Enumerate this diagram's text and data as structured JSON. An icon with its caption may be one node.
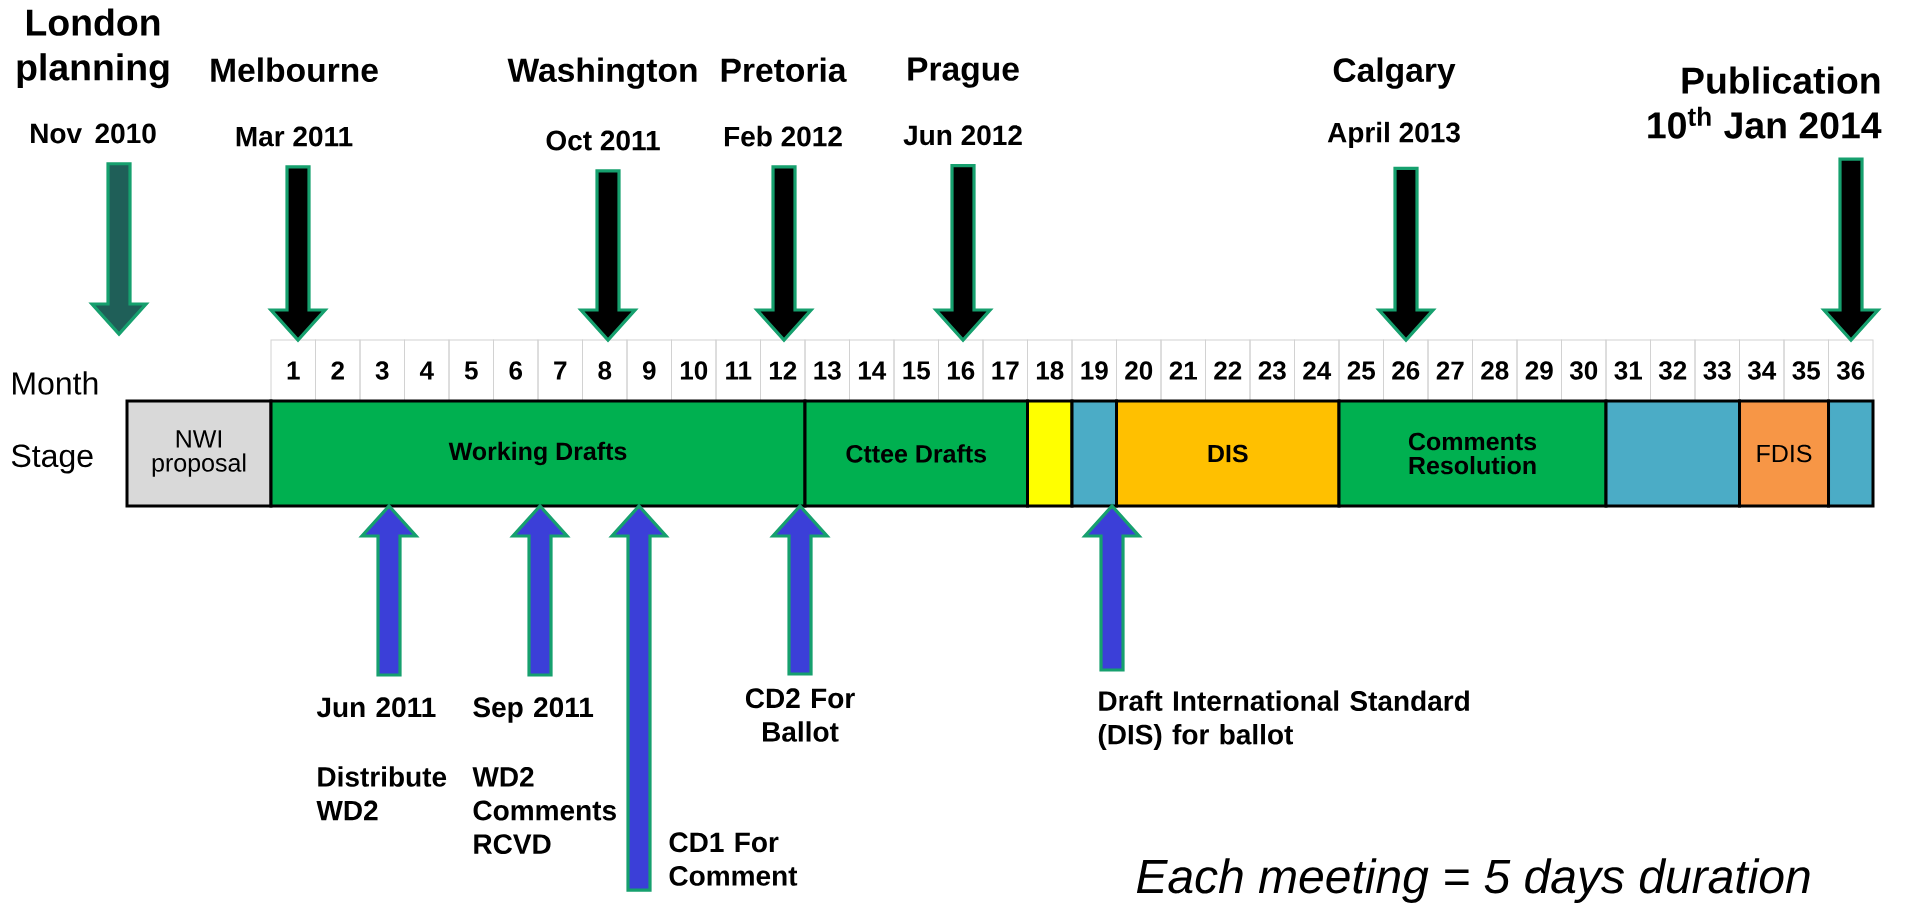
{
  "diagram": {
    "nodes": [
      {
        "text": [
          "London planning",
          "Nov 2010"
        ]
      },
      {
        "text": [
          "Melbourne",
          "Mar 2011"
        ]
      },
      {
        "text": [
          "Washington",
          "Oct 2011"
        ]
      },
      {
        "text": [
          "Pretoria",
          "Feb 2012"
        ]
      },
      {
        "text": [
          "Prague",
          "Jun 2012"
        ]
      },
      {
        "text": [
          "Calgary",
          "April 2013"
        ]
      },
      {
        "text": [
          "Publication",
          "10$^{th}$ Jan 2014"
        ]
      },
      {
        "text": [
          "NWI proposal"
        ]
      },
      {
        "text": [
          "Working Drafts"
        ]
      },
      {
        "text": [
          "Cttee Drafts"
        ]
      },
      {
        "text": [],
        "shape": "box"
      },
      {
        "text": [],
        "shape": "box"
      },
      {
        "text": [
          "DIS"
        ]
      },
      {
        "text": [
          "Comments Resolution"
        ]
      },
      {
        "text": [],
        "shape": "box"
      },
      {
        "text": [
          "FDIS"
        ]
      },
      {
        "text": [],
        "shape": "box"
      },
      {
        "text": [
          "Jun 2011",
          "Distribute WD2"
        ]
      },
      {
        "text": [
          "Sep 2011",
          "WD2 Comments RCVD"
        ]
      },
      {
        "text": [
          "CD1 For Comment"
        ]
      },
      {
        "text": [
          "CD2 For Ballot"
        ]
      },
      {
        "text": [
          "Draft International Standard (DIS) for ballot"
        ]
      }
    ],
    "edges": [
      {
        "from": 0,
        "to": null,
        "arrow": "to",
        "color": "#1f5f58"
      },
      {
        "from": 1,
        "to": null,
        "arrow": "to"
      },
      {
        "from": 2,
        "to": null,
        "arrow": "to"
      },
      {
        "from": 3,
        "to": null,
        "arrow": "to"
      },
      {
        "from": 4,
        "to": null,
        "arrow": "to"
      },
      {
        "from": 5,
        "to": null,
        "arrow": "to"
      },
      {
        "from": 6,
        "to": null,
        "arrow": "to"
      },
      {
        "from": 17,
        "to": null,
        "arrow": "to",
        "color": "#3b3fd8"
      },
      {
        "from": 18,
        "to": null,
        "arrow": "to",
        "color": "#3b3fd8"
      },
      {
        "from": 19,
        "to": null,
        "arrow": "to",
        "color": "#3b3fd8"
      },
      {
        "from": 20,
        "to": null,
        "arrow": "to",
        "color": "#3b3fd8"
      },
      {
        "from": 21,
        "to": null,
        "arrow": "to",
        "color": "#3b3fd8"
      }
    ],
    "labels": [
      "Month",
      "1",
      "2",
      "3",
      "4",
      "5",
      "6",
      "7",
      "8",
      "9",
      "10",
      "11",
      "12",
      "13",
      "14",
      "15",
      "16",
      "17",
      "18",
      "19",
      "20",
      "21",
      "22",
      "23",
      "24",
      "25",
      "26",
      "27",
      "28",
      "29",
      "30",
      "31",
      "32",
      "33",
      "34",
      "35",
      "36",
      "Stage",
      "Each meeting = 5 days duration"
    ]
  }
}
